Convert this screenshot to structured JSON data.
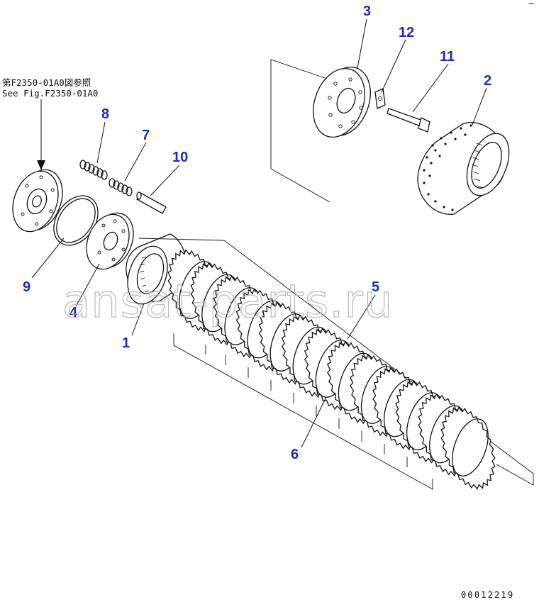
{
  "reference": {
    "line_jp": "第F2350-01A0図参照",
    "line_en": "See Fig.F2350-01A0"
  },
  "callouts": [
    {
      "id": "callout-3",
      "label": "3"
    },
    {
      "id": "callout-12",
      "label": "12"
    },
    {
      "id": "callout-11",
      "label": "11"
    },
    {
      "id": "callout-2",
      "label": "2"
    },
    {
      "id": "callout-8",
      "label": "8"
    },
    {
      "id": "callout-7",
      "label": "7"
    },
    {
      "id": "callout-10",
      "label": "10"
    },
    {
      "id": "callout-9",
      "label": "9"
    },
    {
      "id": "callout-4",
      "label": "4"
    },
    {
      "id": "callout-1",
      "label": "1"
    },
    {
      "id": "callout-5",
      "label": "5"
    },
    {
      "id": "callout-6",
      "label": "6"
    }
  ],
  "watermark": "ansat-parts.ru",
  "document_id": "00012219",
  "corner_mark": "~",
  "colors": {
    "callout": "#1f2bb8",
    "line": "#111111",
    "watermark": "#b8b8b8"
  }
}
